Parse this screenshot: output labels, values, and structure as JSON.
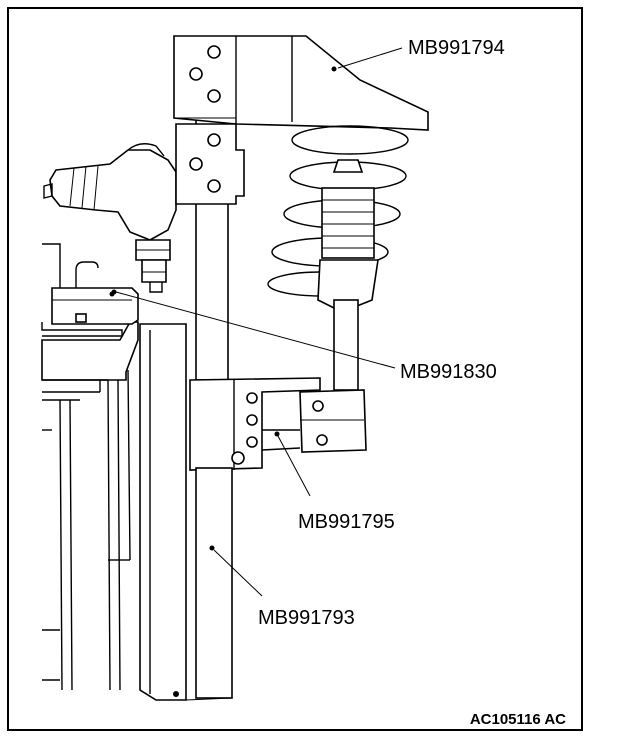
{
  "figure": {
    "labels": {
      "top_tool": "MB991794",
      "wrench_adapter": "MB991830",
      "mount_bracket": "MB991795",
      "stand": "MB991793"
    },
    "figure_id": "AC105116 AC"
  }
}
